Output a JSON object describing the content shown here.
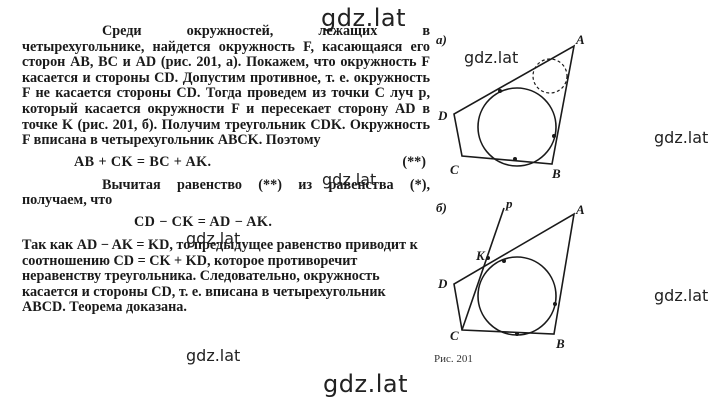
{
  "watermarks": {
    "top": "gdz.lat",
    "text_mid": "gdz.lat",
    "text_mid2": "gdz.lat",
    "text_bottom": "gdz.lat",
    "figure_top": "gdz.lat",
    "right_upper": "gdz.lat",
    "right_lower": "gdz.lat",
    "bottom": "gdz.lat"
  },
  "text": {
    "para1": "Среди окружностей, лежащих в четырехугольнике, найдется окружность F, касающаяся его сторон AB, BC и AD (рис. 201, а). Покажем, что окружность F касается и стороны CD. Допустим противное, т. е. окружность F не касается стороны CD. Тогда проведем из точки C луч p, который касается окружности F и пересекает сторону AD в точке K (рис. 201, б). Получим треугольник CDK. Окружность F вписана в четырехугольник ABCK. Поэтому",
    "formula1": "AB + CK = BC + AK.",
    "formula1_tag": "(**)",
    "para2": "Вычитая равенство (**) из равенства (*), получаем, что",
    "formula2": "CD − CK = AD − AK.",
    "para3": "Так как AD − AK = KD, то предыдущее равенство приводит к соотношению CD = CK + KD, которое противоречит неравенству треугольника. Следовательно, окружность касается и стороны CD, т. е. вписана в четырехугольник ABCD. Теорема доказана."
  },
  "figure": {
    "a": {
      "label": "а)",
      "points": {
        "A": "A",
        "B": "B",
        "C": "C",
        "D": "D"
      }
    },
    "b": {
      "label": "б)",
      "points": {
        "A": "A",
        "B": "B",
        "C": "C",
        "D": "D",
        "K": "K",
        "p": "p"
      }
    },
    "caption": "Рис. 201"
  }
}
